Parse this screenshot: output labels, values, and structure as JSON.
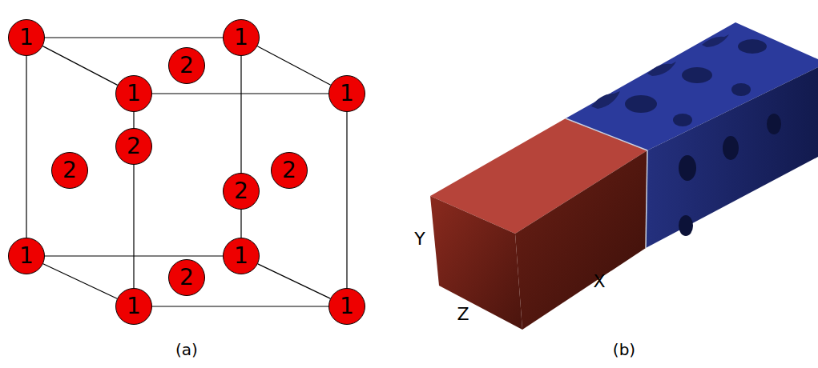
{
  "diagram": {
    "nodes": [
      {
        "text": [
          "1"
        ]
      },
      {
        "text": [
          "1"
        ]
      },
      {
        "text": [
          "2"
        ]
      },
      {
        "text": [
          "1"
        ]
      },
      {
        "text": [
          "1"
        ]
      },
      {
        "text": [
          "2"
        ]
      },
      {
        "text": [
          "2"
        ]
      },
      {
        "text": [
          "2"
        ]
      },
      {
        "text": [
          "2"
        ]
      },
      {
        "text": [
          "1"
        ]
      },
      {
        "text": [
          "1"
        ]
      },
      {
        "text": [
          "2"
        ]
      },
      {
        "text": [
          "1"
        ]
      },
      {
        "text": [
          "1"
        ]
      }
    ],
    "edges": [
      {
        "from": 0,
        "to": 1,
        "arrow": "none"
      },
      {
        "from": 0,
        "to": 3,
        "arrow": "none"
      },
      {
        "from": 1,
        "to": 4,
        "arrow": "none"
      },
      {
        "from": 3,
        "to": 4,
        "arrow": "none"
      },
      {
        "from": 0,
        "to": 9,
        "arrow": "none"
      },
      {
        "from": 1,
        "to": 10,
        "arrow": "none"
      },
      {
        "from": 3,
        "to": 12,
        "arrow": "none"
      },
      {
        "from": 4,
        "to": 13,
        "arrow": "none"
      },
      {
        "from": 9,
        "to": 10,
        "arrow": "none"
      },
      {
        "from": 9,
        "to": 12,
        "arrow": "none"
      },
      {
        "from": 10,
        "to": 13,
        "arrow": "none"
      },
      {
        "from": 12,
        "to": 13,
        "arrow": "none"
      }
    ],
    "labels": [
      "(a)",
      "(b)",
      "X",
      "Y",
      "Z"
    ]
  }
}
